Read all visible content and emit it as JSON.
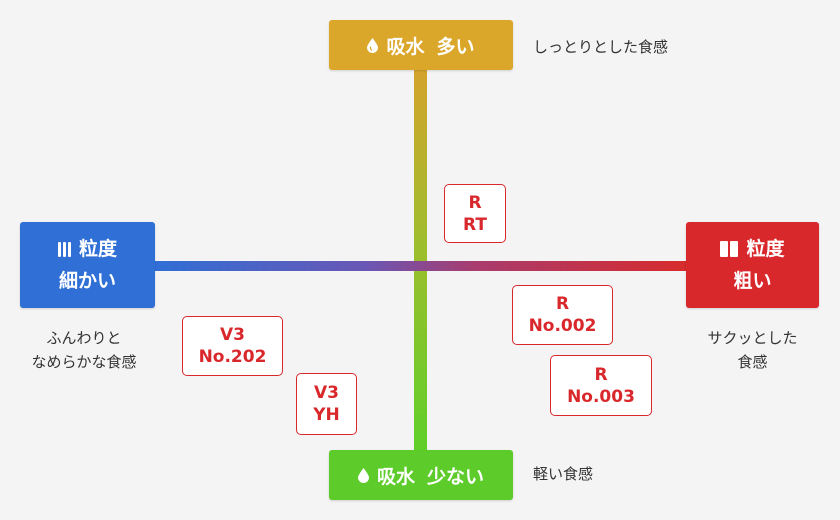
{
  "axes": {
    "top": {
      "label_a": "吸水",
      "label_b": "多い",
      "icon": "water-drop-icon",
      "color": "#dba72a",
      "caption": "しっとりとした食感"
    },
    "bottom": {
      "label_a": "吸水",
      "label_b": "少ない",
      "icon": "water-drop-icon",
      "color": "#5dcc2a",
      "caption": "軽い食感"
    },
    "left": {
      "label_a": "粒度",
      "label_b": "細かい",
      "icon": "fine-grain-bars-icon",
      "color": "#2f6fd6",
      "caption_line1": "ふんわりと",
      "caption_line2": "なめらかな食感"
    },
    "right": {
      "label_a": "粒度",
      "label_b": "粗い",
      "icon": "coarse-grain-bars-icon",
      "color": "#d9282c",
      "caption_line1": "サクッとした",
      "caption_line2": "食感"
    }
  },
  "products": [
    {
      "line1": "R",
      "line2": "RT"
    },
    {
      "line1": "R",
      "line2": "No.002"
    },
    {
      "line1": "R",
      "line2": "No.003"
    },
    {
      "line1": "V3",
      "line2": "No.202"
    },
    {
      "line1": "V3",
      "line2": "YH"
    }
  ]
}
